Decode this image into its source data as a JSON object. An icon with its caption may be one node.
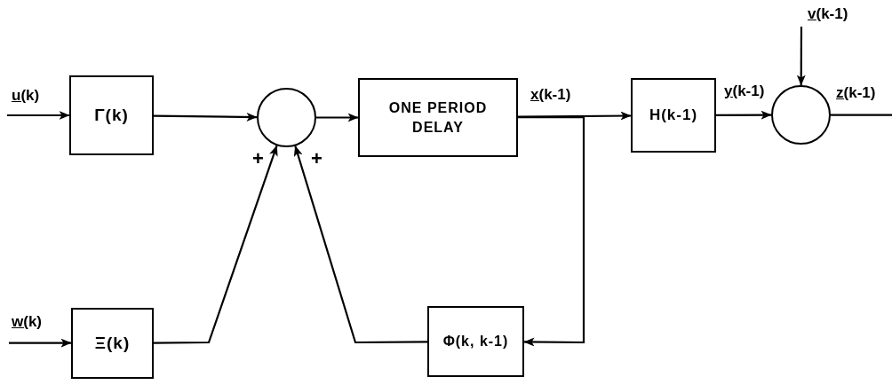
{
  "diagram": {
    "nodes": [
      {
        "text": [
          "Γ(k)"
        ]
      },
      {
        "text": [],
        "shape": "circle"
      },
      {
        "text": [
          "ONE PERIOD DELAY"
        ]
      },
      {
        "text": [
          "H(k-1)"
        ]
      },
      {
        "text": [],
        "shape": "circle"
      },
      {
        "text": [
          "Ξ(k)"
        ]
      },
      {
        "text": [
          "Φ(k, k-1)"
        ]
      }
    ],
    "edges": [
      {
        "from": null,
        "to": 0,
        "arrow": "to",
        "label": "u(k)"
      },
      {
        "from": 0,
        "to": 1,
        "arrow": "to"
      },
      {
        "from": 1,
        "to": 2,
        "arrow": "to"
      },
      {
        "from": 2,
        "to": 3,
        "arrow": "to",
        "label": "x(k-1)"
      },
      {
        "from": 2,
        "to": 6,
        "arrow": "to"
      },
      {
        "from": 3,
        "to": 4,
        "arrow": "to",
        "label": "y(k-1)"
      },
      {
        "from": null,
        "to": 4,
        "arrow": "to",
        "label": "v(k-1)"
      },
      {
        "from": 4,
        "to": null,
        "arrow": "none",
        "label": "z(k-1)"
      },
      {
        "from": null,
        "to": 5,
        "arrow": "to",
        "label": "w(k)"
      },
      {
        "from": 5,
        "to": 1,
        "arrow": "to"
      },
      {
        "from": 6,
        "to": 1,
        "arrow": "to"
      }
    ],
    "labels": [
      "+",
      "+"
    ]
  }
}
